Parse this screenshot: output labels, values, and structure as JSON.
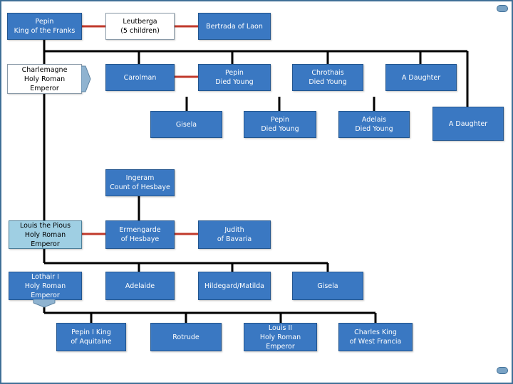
{
  "nodes": {
    "pepin_king": "Pepin\nKing of the Franks",
    "leutberga": "Leutberga\n(5 children)",
    "bertrada": "Bertrada of Laon",
    "charlemagne": "Charlemagne\nHoly Roman\nEmperor",
    "carolman": "Carolman",
    "pepin_young_1": "Pepin\nDied Young",
    "chrothais": "Chrothais\nDied Young",
    "daughter_1": "A Daughter",
    "gisela_1": "Gisela",
    "pepin_young_2": "Pepin\nDied Young",
    "adelais": "Adelais\nDied Young",
    "daughter_2": "A Daughter",
    "ingeram": "Ingeram\nCount of Hesbaye",
    "louis_pious": "Louis the Pious\nHoly Roman\nEmperor",
    "ermengarde": "Ermengarde\nof Hesbaye",
    "judith": "Judith\nof Bavaria",
    "lothair": "Lothair I\nHoly Roman\nEmperor",
    "adelaide": "Adelaide",
    "hildegard": "Hildegard/Matilda",
    "gisela_2": "Gisela",
    "pepin_aquitaine": "Pepin I King\nof Aquitaine",
    "rotrude": "Rotrude",
    "louis_ii": "Louis II\nHoly Roman\nEmperor",
    "charles_king": "Charles King\nof West Francia"
  },
  "colors": {
    "box_blue": "#3a78c2",
    "box_light_blue": "#9fcfe3",
    "marriage_line": "#c0392b",
    "frame": "#3f6f97"
  }
}
